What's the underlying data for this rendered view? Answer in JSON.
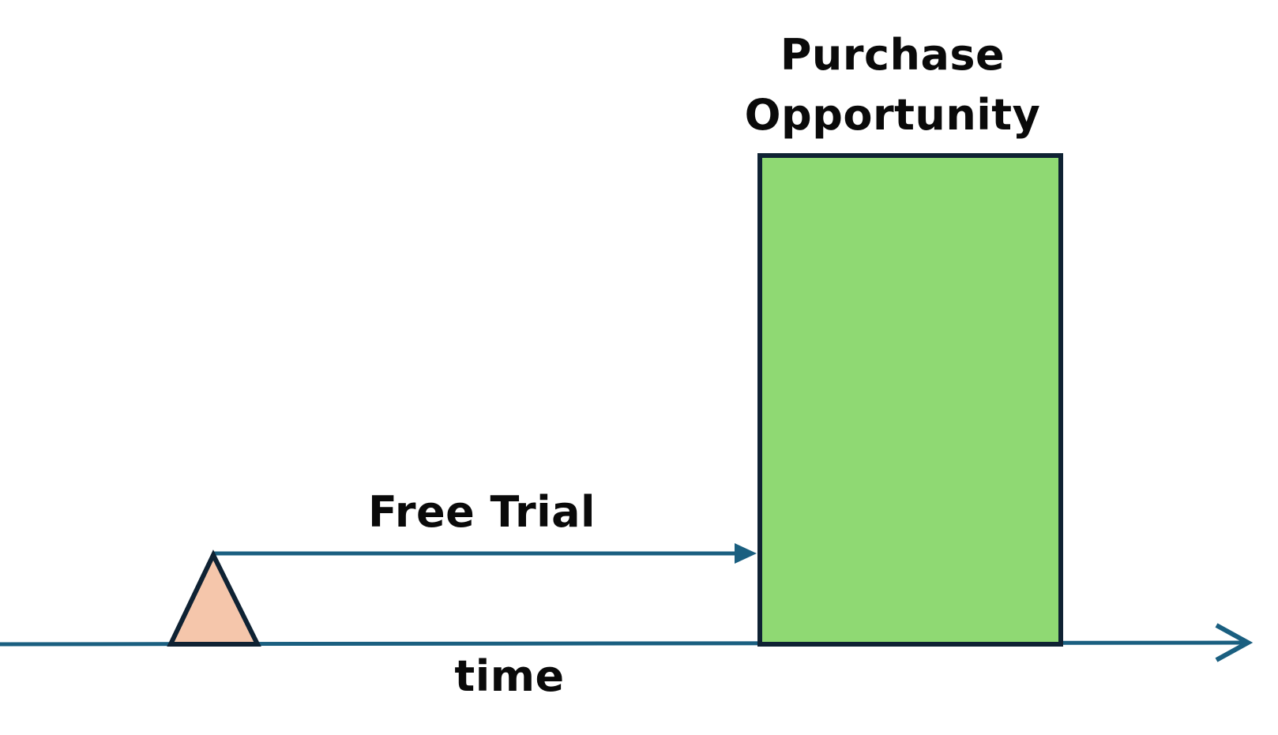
{
  "diagram": {
    "purchase_title_line1": "Purchase",
    "purchase_title_line2": "Opportunity",
    "free_trial_label": "Free Trial",
    "time_label": "time"
  },
  "colors": {
    "axis": "#1a5f80",
    "outline": "#0f2233",
    "purchase_box_fill": "#8fd973",
    "trial_marker_fill": "#f5c6ab",
    "text": "#0a0a0a"
  }
}
